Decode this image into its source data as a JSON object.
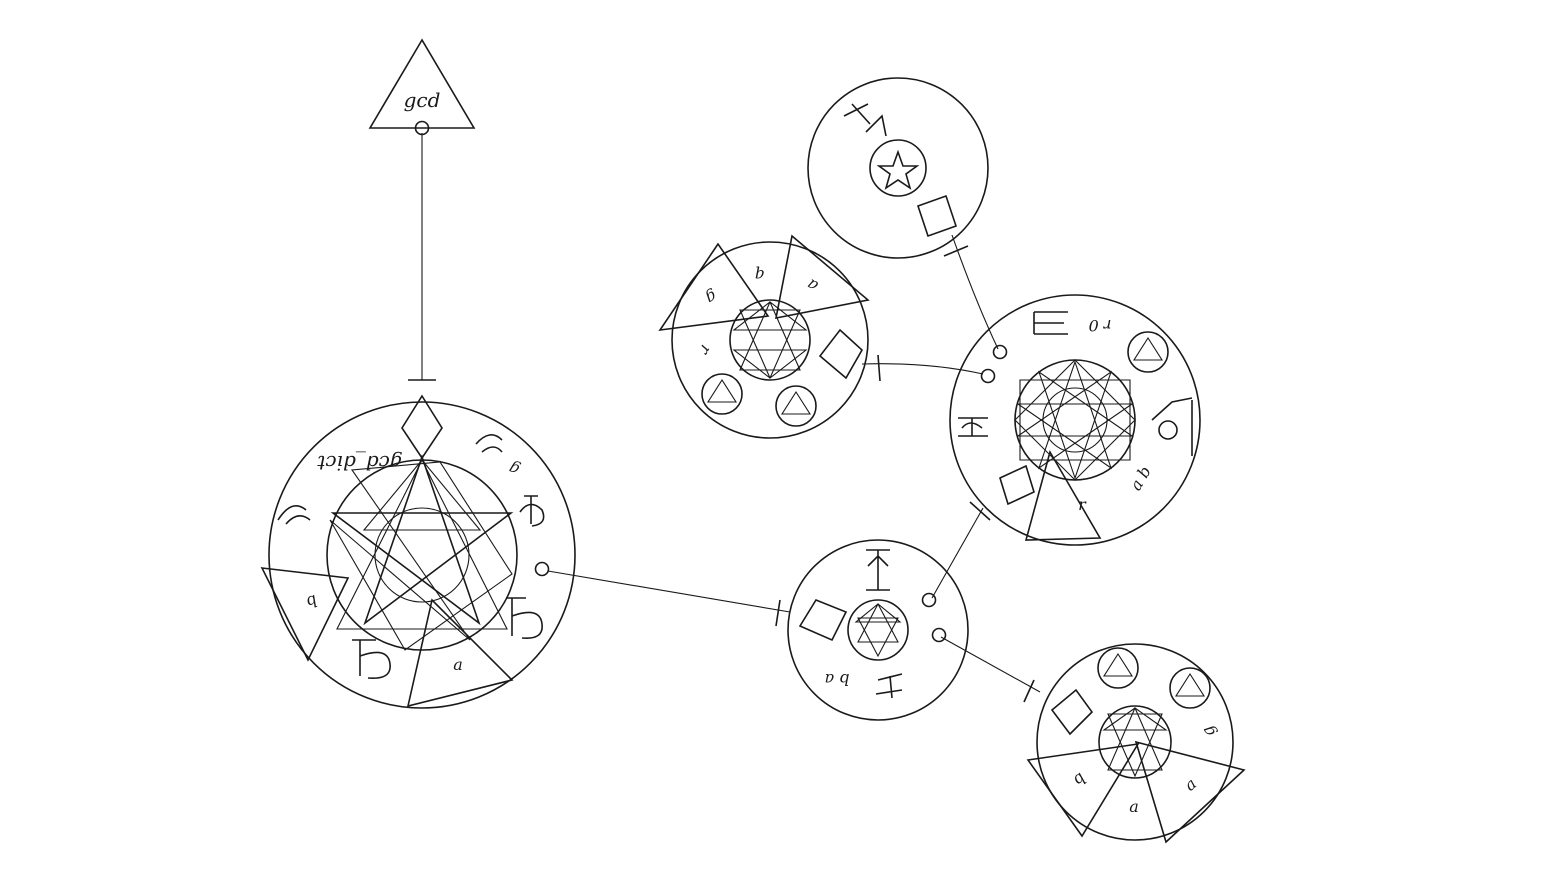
{
  "diagram": {
    "root": {
      "label": "gcd"
    },
    "main_circle": {
      "ring_label": "gcd_dict",
      "param_b": "b",
      "param_a": "a",
      "arg_g": "g"
    },
    "pair_circle": {
      "label_ba": "b a"
    },
    "left_circle": {
      "label_g": "g",
      "label_q": "q",
      "label_a": "a",
      "label_r": "r"
    },
    "right_circle": {
      "label_r0": "r 0",
      "label_ab": "a b",
      "label_r": "r"
    },
    "bottom_circle": {
      "label_g": "g",
      "label_b": "b",
      "label_a": "a",
      "label_a2": "a"
    }
  }
}
